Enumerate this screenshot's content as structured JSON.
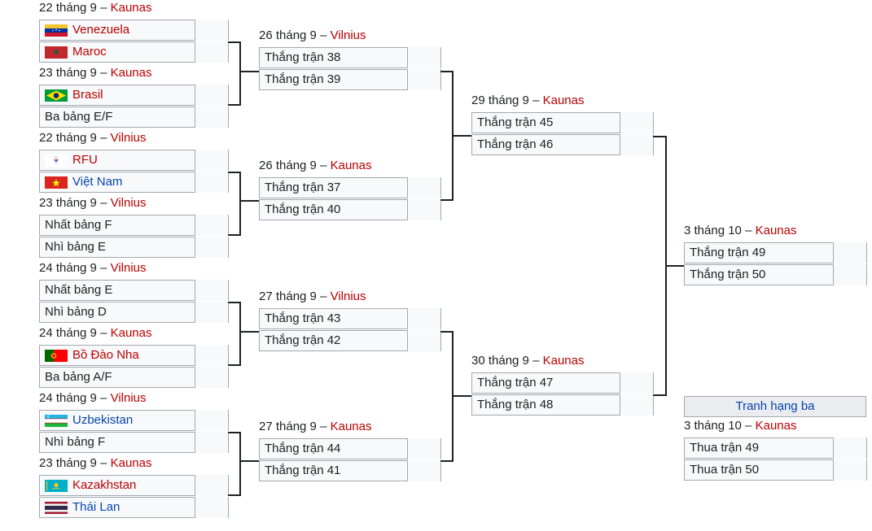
{
  "r16": [
    {
      "date": "22 tháng 9",
      "sep": " – ",
      "venue": "Kaunas",
      "teams": [
        {
          "name": "Venezuela",
          "flag": "venezuela-flag",
          "link": true
        },
        {
          "name": "Maroc",
          "flag": "morocco-flag",
          "link": true
        }
      ]
    },
    {
      "date": "23 tháng 9",
      "sep": " – ",
      "venue": "Kaunas",
      "teams": [
        {
          "name": "Brasil",
          "flag": "brazil-flag",
          "link": true
        },
        {
          "name": "Ba bảng E/F"
        }
      ]
    },
    {
      "date": "22 tháng 9",
      "sep": " – ",
      "venue": "Vilnius",
      "teams": [
        {
          "name": "RFU",
          "flag": "rfu-flag",
          "link": true
        },
        {
          "name": "Việt Nam",
          "flag": "vietnam-flag",
          "blue": true
        }
      ]
    },
    {
      "date": "23 tháng 9",
      "sep": " – ",
      "venue": "Vilnius",
      "teams": [
        {
          "name": "Nhất bảng F"
        },
        {
          "name": "Nhì bảng E"
        }
      ]
    },
    {
      "date": "24 tháng 9",
      "sep": " – ",
      "venue": "Vilnius",
      "teams": [
        {
          "name": "Nhất bảng E"
        },
        {
          "name": "Nhì bảng D"
        }
      ]
    },
    {
      "date": "24 tháng 9",
      "sep": " – ",
      "venue": "Kaunas",
      "teams": [
        {
          "name": "Bồ Đào Nha",
          "flag": "portugal-flag",
          "link": true
        },
        {
          "name": "Ba bảng A/F"
        }
      ]
    },
    {
      "date": "24 tháng 9",
      "sep": " – ",
      "venue": "Vilnius",
      "teams": [
        {
          "name": "Uzbekistan",
          "flag": "uzbekistan-flag",
          "blue": true
        },
        {
          "name": "Nhì bảng F"
        }
      ]
    },
    {
      "date": "23 tháng 9",
      "sep": " – ",
      "venue": "Kaunas",
      "teams": [
        {
          "name": "Kazakhstan",
          "flag": "kazakhstan-flag",
          "link": true
        },
        {
          "name": "Thái Lan",
          "flag": "thailand-flag",
          "blue": true
        }
      ]
    }
  ],
  "qf": [
    {
      "date": "26 tháng 9",
      "sep": " – ",
      "venue": "Vilnius",
      "teams": [
        {
          "name": "Thắng trận 38"
        },
        {
          "name": "Thắng trận 39"
        }
      ]
    },
    {
      "date": "26 tháng 9",
      "sep": " – ",
      "venue": "Kaunas",
      "teams": [
        {
          "name": "Thắng trận 37"
        },
        {
          "name": "Thắng trận 40"
        }
      ]
    },
    {
      "date": "27 tháng 9",
      "sep": " – ",
      "venue": "Vilnius",
      "teams": [
        {
          "name": "Thắng trận 43"
        },
        {
          "name": "Thắng trận 42"
        }
      ]
    },
    {
      "date": "27 tháng 9",
      "sep": " – ",
      "venue": "Kaunas",
      "teams": [
        {
          "name": "Thắng trận 44"
        },
        {
          "name": "Thắng trận 41"
        }
      ]
    }
  ],
  "sf": [
    {
      "date": "29 tháng 9",
      "sep": " – ",
      "venue": "Kaunas",
      "teams": [
        {
          "name": "Thắng trận 45"
        },
        {
          "name": "Thắng trận 46"
        }
      ]
    },
    {
      "date": "30 tháng 9",
      "sep": " – ",
      "venue": "Kaunas",
      "teams": [
        {
          "name": "Thắng trận 47"
        },
        {
          "name": "Thắng trận 48"
        }
      ]
    }
  ],
  "final": {
    "date": "3 tháng 10",
    "sep": " – ",
    "venue": "Kaunas",
    "teams": [
      {
        "name": "Thắng trận 49"
      },
      {
        "name": "Thắng trận 50"
      }
    ]
  },
  "third_place_label": "Tranh hạng ba",
  "third": {
    "date": "3 tháng 10",
    "sep": " – ",
    "venue": "Kaunas",
    "teams": [
      {
        "name": "Thua trận 49"
      },
      {
        "name": "Thua trận 50"
      }
    ]
  }
}
